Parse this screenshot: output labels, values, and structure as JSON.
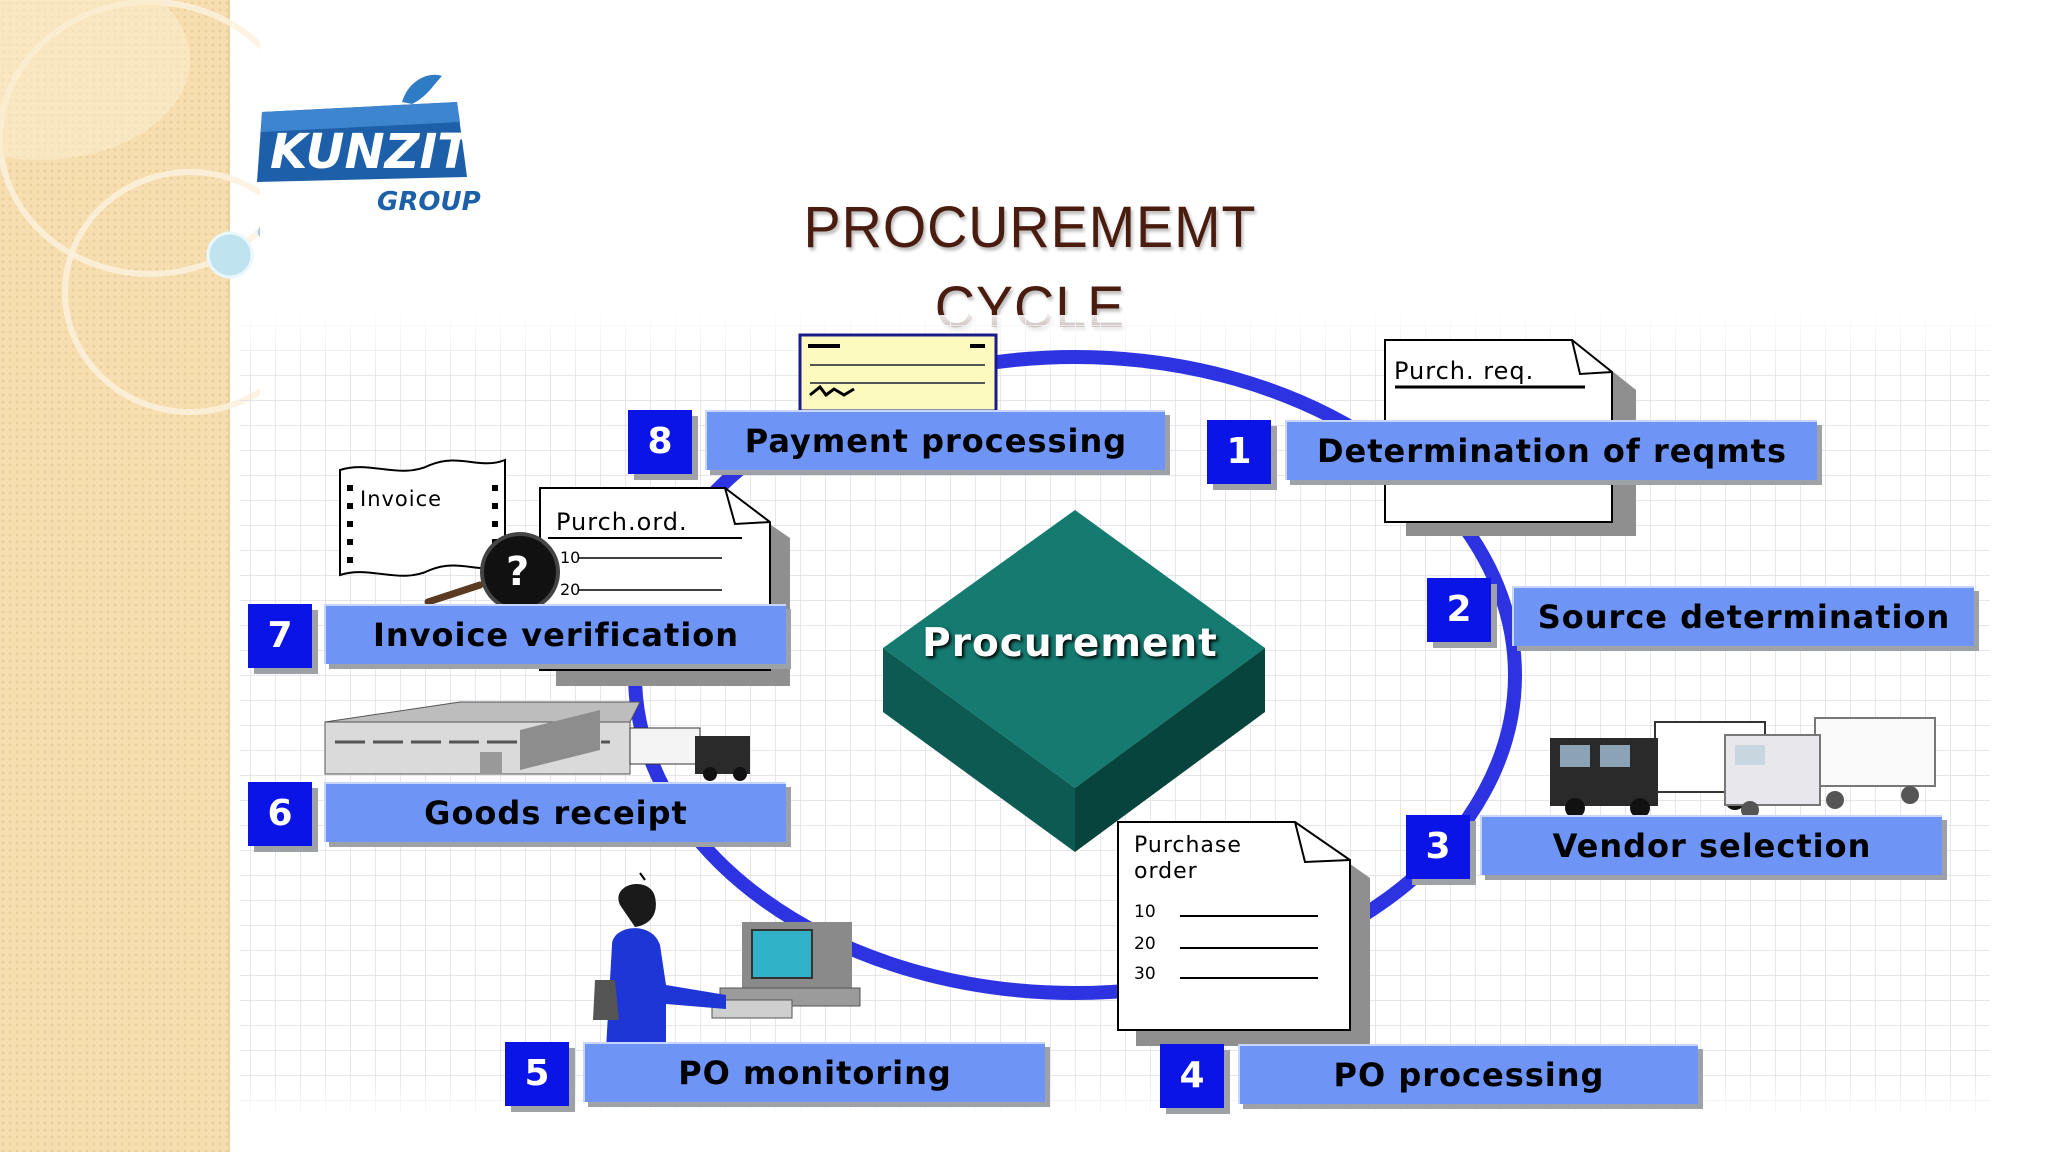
{
  "slide": {
    "title": "PROCUREMEMT CYCLE"
  },
  "logo": {
    "word": "KUNZITE",
    "sub": "GROUP",
    "color": "#1d5fa8"
  },
  "hub": {
    "label": "Procurement",
    "color": "#157a70"
  },
  "steps": [
    {
      "number": "1",
      "label": "Determination of reqmts"
    },
    {
      "number": "2",
      "label": "Source determination"
    },
    {
      "number": "3",
      "label": "Vendor selection"
    },
    {
      "number": "4",
      "label": "PO processing"
    },
    {
      "number": "5",
      "label": "PO monitoring"
    },
    {
      "number": "6",
      "label": "Goods receipt"
    },
    {
      "number": "7",
      "label": "Invoice verification"
    },
    {
      "number": "8",
      "label": "Payment processing"
    }
  ],
  "documents": {
    "purch_req": "Purch. req.",
    "purchase_order": {
      "title_line1": "Purchase",
      "title_line2": "order",
      "lines": [
        "10",
        "20",
        "30"
      ]
    },
    "purch_ord": {
      "title": "Purch.ord.",
      "lines": [
        "10",
        "20"
      ]
    },
    "invoice": "Invoice",
    "question_mark": "?"
  },
  "colors": {
    "number_box": "#0a14e6",
    "label_box": "#6e95f5",
    "cycle_ring": "#2d33e0",
    "sidebar": "#f6deb1"
  }
}
